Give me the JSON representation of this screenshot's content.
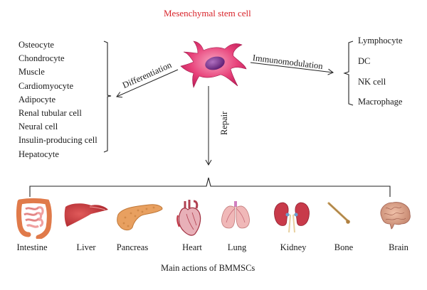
{
  "title": "Mesenchymal stem cell",
  "differentiation": {
    "label": "Differentiation",
    "items": [
      "Osteocyte",
      "Chondrocyte",
      "Muscle",
      "Cardiomyocyte",
      "Adipocyte",
      "Renal tubular cell",
      "Neural cell",
      "Insulin-producing cell",
      "Hepatocyte"
    ]
  },
  "immunomodulation": {
    "label": "Immunomodulation",
    "items": [
      "Lymphocyte",
      "DC",
      "NK cell",
      "Macrophage"
    ]
  },
  "repair": {
    "label": "Repair",
    "organs": [
      {
        "name": "Intestine",
        "icon": "intestine-icon"
      },
      {
        "name": "Liver",
        "icon": "liver-icon"
      },
      {
        "name": "Pancreas",
        "icon": "pancreas-icon"
      },
      {
        "name": "Heart",
        "icon": "heart-icon"
      },
      {
        "name": "Lung",
        "icon": "lung-icon"
      },
      {
        "name": "Kidney",
        "icon": "kidney-icon"
      },
      {
        "name": "Bone",
        "icon": "bone-icon"
      },
      {
        "name": "Brain",
        "icon": "brain-icon"
      }
    ]
  },
  "caption": "Main actions of BMMSCs",
  "colors": {
    "title": "#d8232a",
    "cell_body": "#e8427a",
    "cell_nucleus": "#7a2a8a"
  }
}
